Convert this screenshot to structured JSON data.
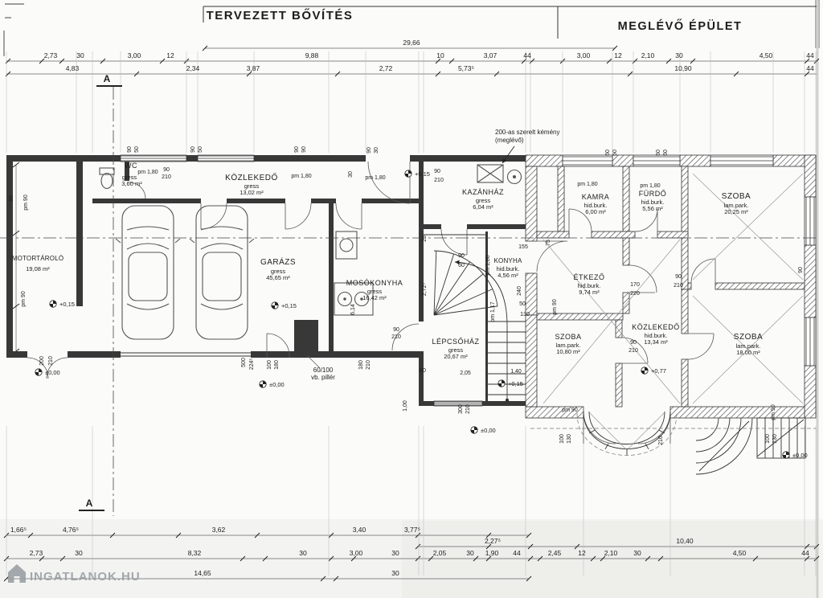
{
  "titles": {
    "planned": "TERVEZETT BŐVÍTÉS",
    "existing": "MEGLÉVŐ ÉPÜLET"
  },
  "watermark": {
    "text": "INGATLANOK.HU"
  },
  "section": {
    "marker": "A"
  },
  "note_chimney": {
    "line1": "200-as szerelt kémény",
    "line2": "(meglévő)"
  },
  "note_pillar": {
    "line1": "60/100",
    "line2": "vb. pillér"
  },
  "rooms": {
    "wc": {
      "name": "WC",
      "finish": "gress",
      "area": "3,60 m²"
    },
    "kozlekedo1": {
      "name": "KÖZLEKEDŐ",
      "finish": "gress",
      "area": "13,02 m²"
    },
    "kazanhaz": {
      "name": "KAZÁNHÁZ",
      "finish": "gress",
      "area": "6,04 m²"
    },
    "kamra": {
      "name": "KAMRA",
      "finish": "hid.burk.",
      "area": "6,00 m²"
    },
    "furdo": {
      "name": "FÜRDŐ",
      "finish": "hid.burk.",
      "area": "5,56 m²"
    },
    "szoba1": {
      "name": "SZOBA",
      "finish": "lam.park.",
      "area": "20,25 m²"
    },
    "motortarolo": {
      "name": "MOTORTÁROLÓ",
      "finish": "gress",
      "area": "19,08 m²"
    },
    "garazs": {
      "name": "GARÁZS",
      "finish": "gress",
      "area": "45,65 m²"
    },
    "mosokonyha": {
      "name": "MOSÓKONYHA",
      "finish": "gress",
      "area": "16,42 m²"
    },
    "konyha": {
      "name": "KONYHA",
      "finish": "hid.burk.",
      "area": "4,56 m²"
    },
    "etkezo": {
      "name": "ÉTKEZŐ",
      "finish": "hid.burk.",
      "area": "9,74 m²"
    },
    "lepcsohaz": {
      "name": "LÉPCSŐHÁZ",
      "finish": "gress",
      "area": "20,67 m²"
    },
    "szoba2": {
      "name": "SZOBA",
      "finish": "lam.park.",
      "area": "10,80 m²"
    },
    "kozlekedo2": {
      "name": "KÖZLEKEDŐ",
      "finish": "hid.burk.",
      "area": "13,34 m²"
    },
    "szoba3": {
      "name": "SZOBA",
      "finish": "lam.park.",
      "area": "18,00 m²"
    }
  },
  "dims": {
    "overall": "29,66",
    "top1": [
      "2,73",
      "30",
      "3,00",
      "12",
      "9,88",
      "10",
      "3,07",
      "44",
      "3,00",
      "12",
      "2,10",
      "30",
      "4,50",
      "44"
    ],
    "top2": [
      "4,83",
      "2,34",
      "3,87",
      "2,72",
      "5,73⁵",
      "10,90",
      "44"
    ],
    "bottom1": [
      "1,66⁵",
      "4,76⁵",
      "3,62",
      "3,40",
      "3,77⁵"
    ],
    "bottom2": [
      "2,27⁵",
      "10,40"
    ],
    "bottom3": [
      "2,73",
      "30",
      "8,32",
      "30",
      "3,00",
      "30",
      "2,05",
      "30",
      "1,90",
      "44",
      "2,45",
      "12",
      "2,10",
      "30",
      "4,50",
      "44"
    ],
    "bottom4": [
      "14,65",
      "30"
    ]
  },
  "levels": [
    "+0,15",
    "+0,15",
    "+0,15",
    "±0,00",
    "±0,00",
    "+0,15",
    "±0,00",
    "+0,77",
    "±0,00"
  ],
  "small": [
    "90",
    "50",
    "90",
    "50",
    "90",
    "90",
    "90",
    "30",
    "90",
    "210",
    "pm 1,80",
    "pm 1,80",
    "pm 1,80",
    "90",
    "210",
    "30",
    "25",
    "2,72⁵",
    "6,14",
    "500",
    "224⁵",
    "100",
    "180",
    "180",
    "210",
    "90",
    "210",
    "80",
    "1,00",
    "300",
    "210",
    "90",
    "60",
    "pm 1,80",
    "pm 1,17",
    "155",
    "75",
    "240",
    "50",
    "130",
    "2,05",
    "1,40",
    "pm 90",
    "90",
    "pm 90",
    "200",
    "210",
    "pm 1,80",
    "pm 1,80",
    "60",
    "60",
    "60",
    "60",
    "170",
    "220",
    "90",
    "210",
    "pm 90",
    "90",
    "210",
    "pm 90",
    "100",
    "130",
    "100",
    "130",
    "210",
    "90",
    "pm 90"
  ]
}
